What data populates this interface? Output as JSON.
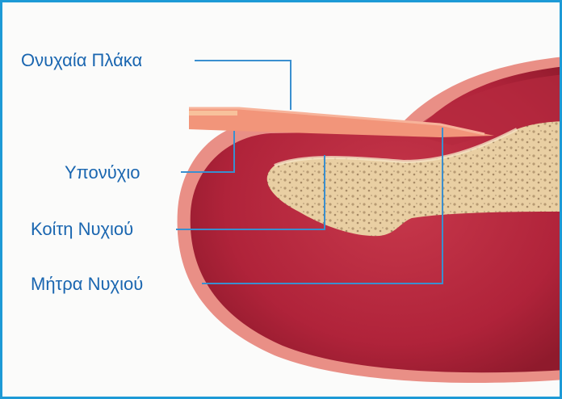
{
  "labels": {
    "nail_plate": "Ονυχαία Πλάκα",
    "hyponychium": "Υπονύχιο",
    "nail_bed": "Κοίτη Νυχιού",
    "nail_matrix": "Μήτρα Νυχιού"
  },
  "colors": {
    "frame_border": "#1d9ad6",
    "label_text": "#1a66b0",
    "leader_line": "#3a8fcf",
    "tissue_dark": "#a71e34",
    "tissue_light": "#c43a4c",
    "skin_edge": "#e98f86",
    "bone": "#efd7ae",
    "nail_plate": "#f2957a"
  }
}
